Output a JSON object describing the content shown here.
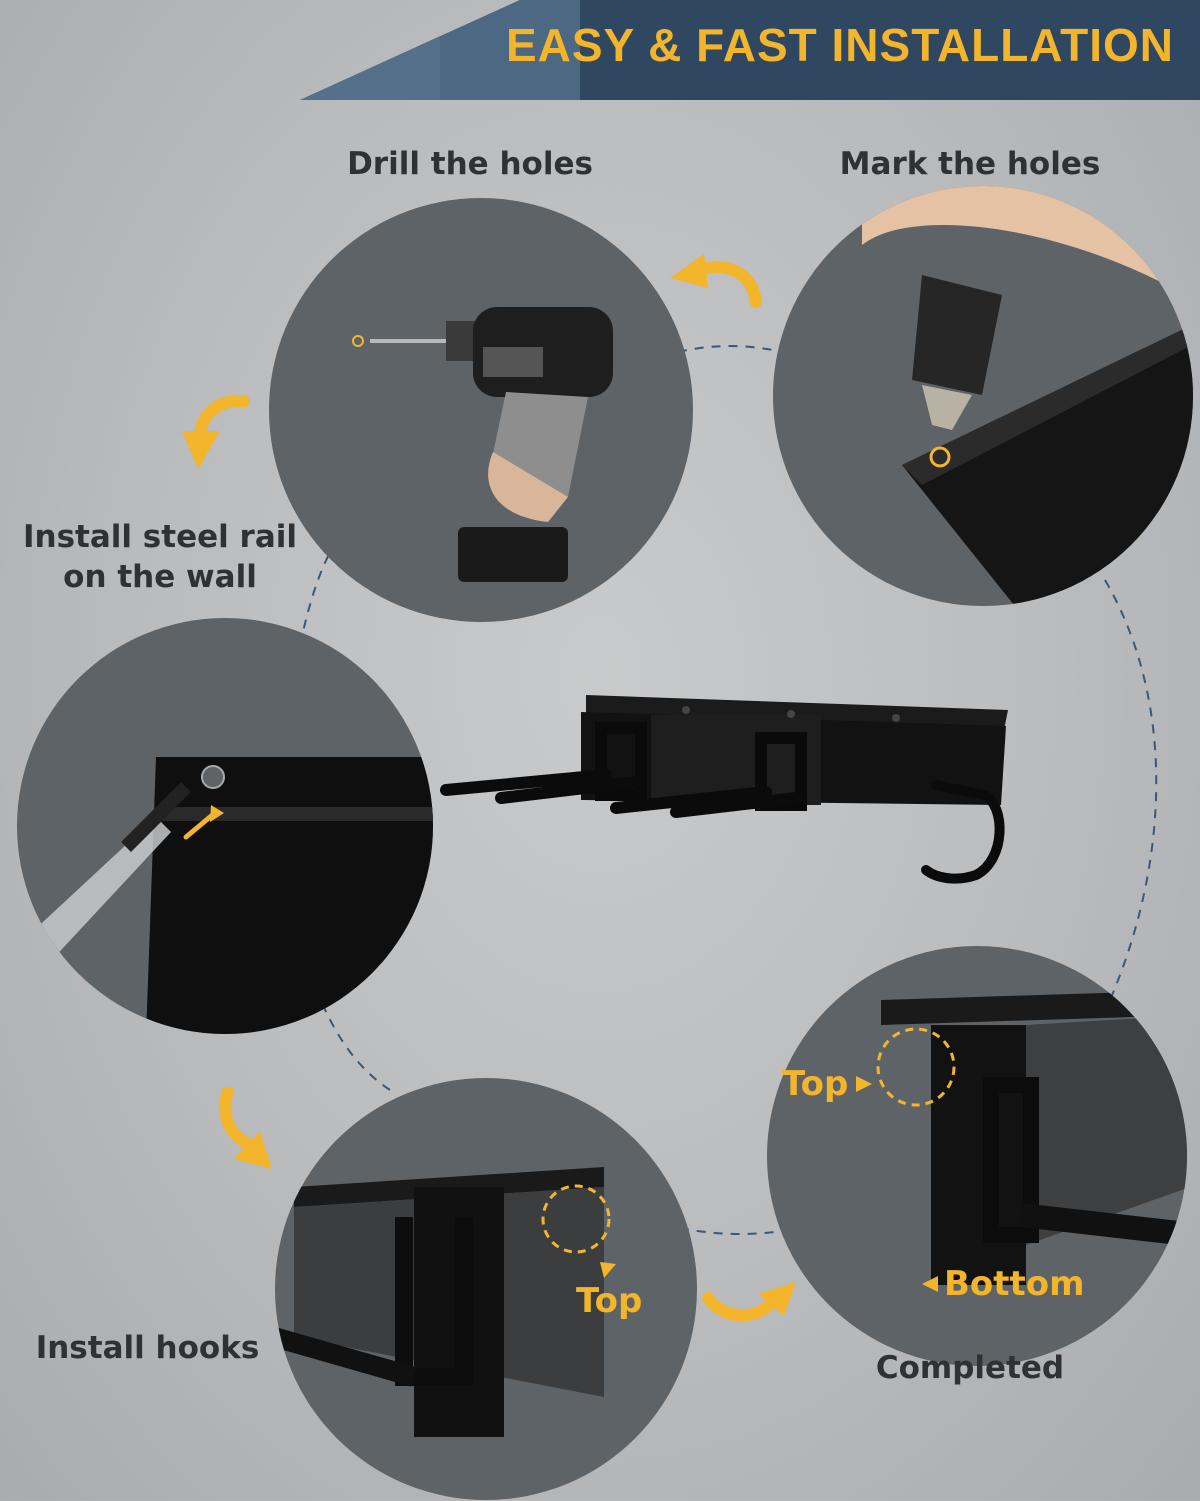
{
  "banner": {
    "title": "EASY & FAST INSTALLATION",
    "colors": {
      "dark": "#2f4760",
      "light": "#4c6882",
      "text": "#f2b52c"
    }
  },
  "steps": [
    {
      "id": "mark",
      "label": "Mark the holes"
    },
    {
      "id": "drill",
      "label": "Drill the holes"
    },
    {
      "id": "rail",
      "label_line1": "Install steel rail",
      "label_line2": "on the wall"
    },
    {
      "id": "hooks",
      "label": "Install hooks"
    },
    {
      "id": "completed",
      "label": "Completed"
    }
  ],
  "annotations": {
    "hooks_top": "Top",
    "completed_top": "Top",
    "completed_bottom": "Bottom"
  },
  "colors": {
    "accent": "#f2b52c",
    "circle_fill": "#5e6367",
    "dashed_line": "#3b5875",
    "label_text": "#2f3133"
  },
  "icons": [
    "curved-arrow-icon",
    "drill-icon",
    "marker-pen-icon",
    "screwdriver-icon",
    "rail-rack-icon"
  ]
}
